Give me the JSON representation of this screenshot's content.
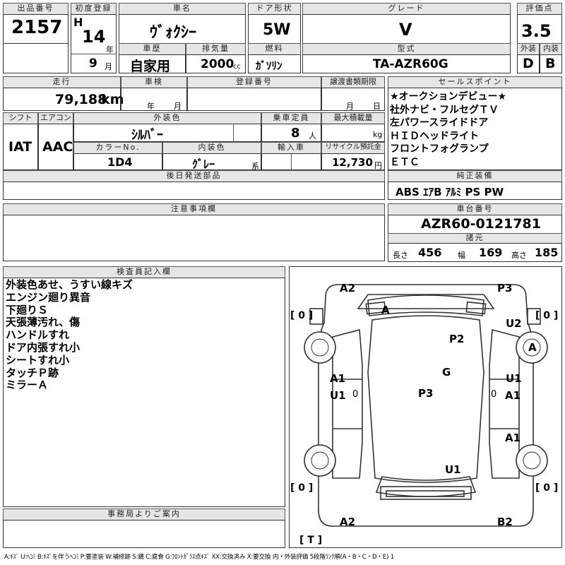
{
  "top": {
    "lot_no_label": "出品番号",
    "lot_no": "2157",
    "first_reg_label": "初度登録",
    "era": "H",
    "year": "14",
    "year_unit": "年",
    "month": "9",
    "month_unit": "月",
    "car_name_label": "車名",
    "car_name": "ｳﾞｫｸｼｰ",
    "door_label": "ドア形状",
    "door": "5W",
    "grade_label": "グレード",
    "grade": "V",
    "score_label": "評価点",
    "score": "3.5",
    "history_label": "車歴",
    "history": "自家用",
    "displacement_label": "排気量",
    "displacement": "2000",
    "cc": "cc",
    "fuel_label": "燃料",
    "fuel": "ｶﾞｿﾘﾝ",
    "model_label": "型式",
    "model": "TA-AZR60G",
    "ext_label": "外装",
    "ext": "D",
    "int_label": "内装",
    "int": "B"
  },
  "mid": {
    "mileage_label": "走行",
    "mileage": "79,188",
    "km": "km",
    "inspection_label": "車検",
    "year_unit": "年",
    "month_unit": "月",
    "reg_no_label": "登録番号",
    "deadline_label": "譲渡書類期限",
    "deadline_month": "月",
    "deadline_day": "日",
    "shift_label": "シフト",
    "shift": "IAT",
    "ac_label": "エアコン",
    "ac": "AAC",
    "color_label": "外装色",
    "color": "ｼﾙﾊﾞｰ",
    "capacity_label": "乗車定員",
    "capacity": "8",
    "person": "人",
    "load_label": "最大積載量",
    "kg": "kg",
    "color_no_label": "カラーNo.",
    "color_no": "1D4",
    "interior_color_label": "内装色",
    "interior_color": "ｸﾞﾚｰ",
    "kei": "系",
    "import_label": "輸入車",
    "recycle_label": "リサイクル預託金",
    "recycle": "12,730",
    "yen": "円",
    "later_parts_label": "後日発送部品"
  },
  "sales_points": {
    "label": "セールスポイント",
    "items": [
      "★オークションデビュー★",
      "社外ナビ・フルセグＴＶ",
      "左パワースライドドア",
      "ＨＩＤヘッドライト",
      "フロントフォグランプ",
      "ＥＴＣ"
    ]
  },
  "equipment": {
    "label": "純正装備",
    "items": "ABS ｴｱB ｱﾙﾐ PS PW"
  },
  "notes": {
    "label": "注意事項欄"
  },
  "chassis": {
    "label": "車台番号",
    "number": "AZR60-0121781",
    "spec_label": "諸元",
    "length_label": "長さ",
    "length": "456",
    "width_label": "幅",
    "width": "169",
    "height_label": "高さ",
    "height": "185"
  },
  "inspector": {
    "label": "検査員記入欄",
    "lines": [
      "外装色あせ、うすい線キズ",
      "エンジン廻り異音",
      "下廻りＳ",
      "天張薄汚れ、傷",
      "ハンドルすれ",
      "ドア内張すれ小",
      "シートすれ小",
      "タッチＰ跡",
      "ミラーＡ"
    ]
  },
  "office": {
    "label": "事務局よりご案内"
  },
  "diagram": {
    "marks": {
      "a2_top": "A2",
      "p3_top": "P3",
      "a_glass": "A",
      "p2": "P2",
      "u2": "U2",
      "a_right": "A",
      "g": "G",
      "a1_left": "A1",
      "u1_left": "U1",
      "zero_left": "0",
      "p3_mid": "P3",
      "u1_right": "U1",
      "a1_right": "A1",
      "zero_right": "0",
      "a1_right2": "A1",
      "u1_bottom": "U1",
      "a2_bottom": "A2",
      "b2_bottom": "B2"
    },
    "brackets": {
      "lt": "[ 0 ]",
      "rt": "[ 0 ]",
      "lb": "[ 0 ]",
      "rb": "[ 0 ]",
      "tb": "[ T ]"
    }
  },
  "legend": "A:ｷｽﾞ U:ﾍｺﾐ B:ｷｽﾞを伴うﾍｺﾐ P:要塗装 W:補修跡 S:錆 C:腐食 G:ﾌﾛﾝﾄｶﾞﾗｽ点ｷｽﾞ XX:交換済み X:要交換 内・外装評価 5段階ﾗﾝｸ順(A・B・C・D・E) 1"
}
